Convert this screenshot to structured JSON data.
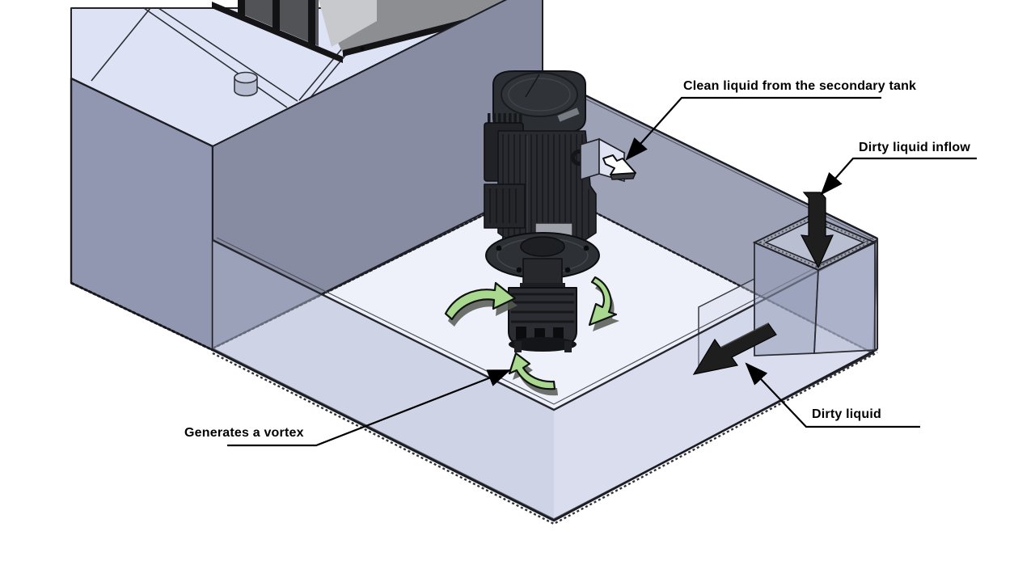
{
  "annotations": {
    "clean_liquid": {
      "text": "Clean liquid from the secondary tank"
    },
    "dirty_inflow": {
      "text": "Dirty liquid inflow"
    },
    "dirty_liquid": {
      "text": "Dirty liquid"
    },
    "vortex": {
      "text": "Generates a vortex"
    }
  },
  "icons": {
    "vortex_rotation_arrows": "curved-green-arrow",
    "dirty_inflow_arrow": "thick-black-down-arrow",
    "dirty_outflow_arrow": "thick-black-diagonal-arrow",
    "clean_flow_arrow": "white-3d-arrow",
    "leader_arrowhead": "filled-triangle"
  },
  "colors": {
    "tank-top": "#dde2f4",
    "tank-side": "#9197b0",
    "wall-left": "#878ca3",
    "wall-right": "#9da2b6",
    "floor": "#eef1fa",
    "glass": "#aeb6d2",
    "green-arrow": "#a9d88f",
    "arrow-black": "#1e1e1e",
    "line": "#1a1a1e",
    "label-text": "#000000"
  }
}
